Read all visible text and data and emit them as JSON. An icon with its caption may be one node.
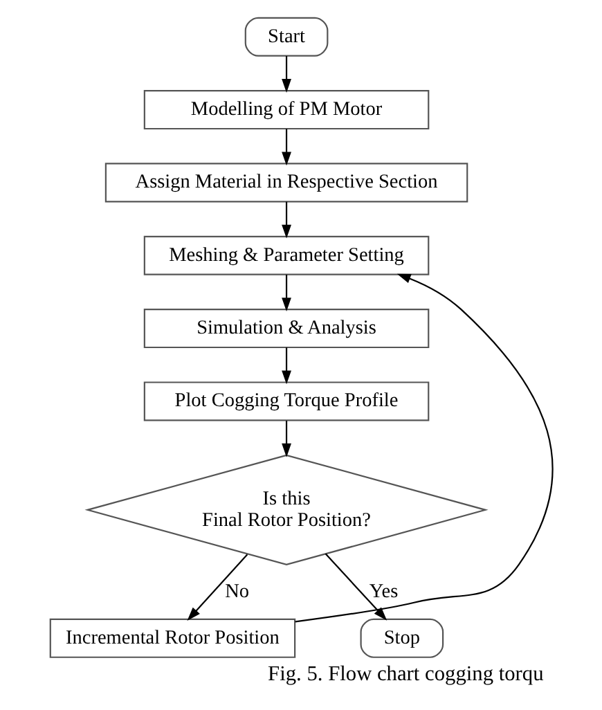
{
  "diagram": {
    "caption": "Fig. 5. Flow chart cogging torqu",
    "nodes": [
      {
        "text": [
          "Start"
        ]
      },
      {
        "text": [
          "Modelling of PM Motor"
        ]
      },
      {
        "text": [
          "Assign Material in Respective Section"
        ]
      },
      {
        "text": [
          "Meshing & Parameter Setting"
        ]
      },
      {
        "text": [
          "Simulation & Analysis"
        ]
      },
      {
        "text": [
          "Plot Cogging Torque Profile"
        ]
      },
      {
        "text": [
          "Is this Final Rotor Position?"
        ]
      },
      {
        "text": [
          "Incremental Rotor Position"
        ]
      },
      {
        "text": [
          "Stop"
        ]
      }
    ],
    "edges": [
      {
        "from": 0,
        "to": 1,
        "arrow": "to"
      },
      {
        "from": 1,
        "to": 2,
        "arrow": "to"
      },
      {
        "from": 2,
        "to": 3,
        "arrow": "to"
      },
      {
        "from": 3,
        "to": 4,
        "arrow": "to"
      },
      {
        "from": 4,
        "to": 5,
        "arrow": "to"
      },
      {
        "from": 5,
        "to": 6,
        "arrow": "to"
      },
      {
        "from": 6,
        "to": 8,
        "label": "Yes",
        "arrow": "to"
      },
      {
        "from": 6,
        "to": 7,
        "label": "No",
        "arrow": "to"
      },
      {
        "from": 7,
        "to": 3,
        "arrow": "to"
      }
    ]
  }
}
